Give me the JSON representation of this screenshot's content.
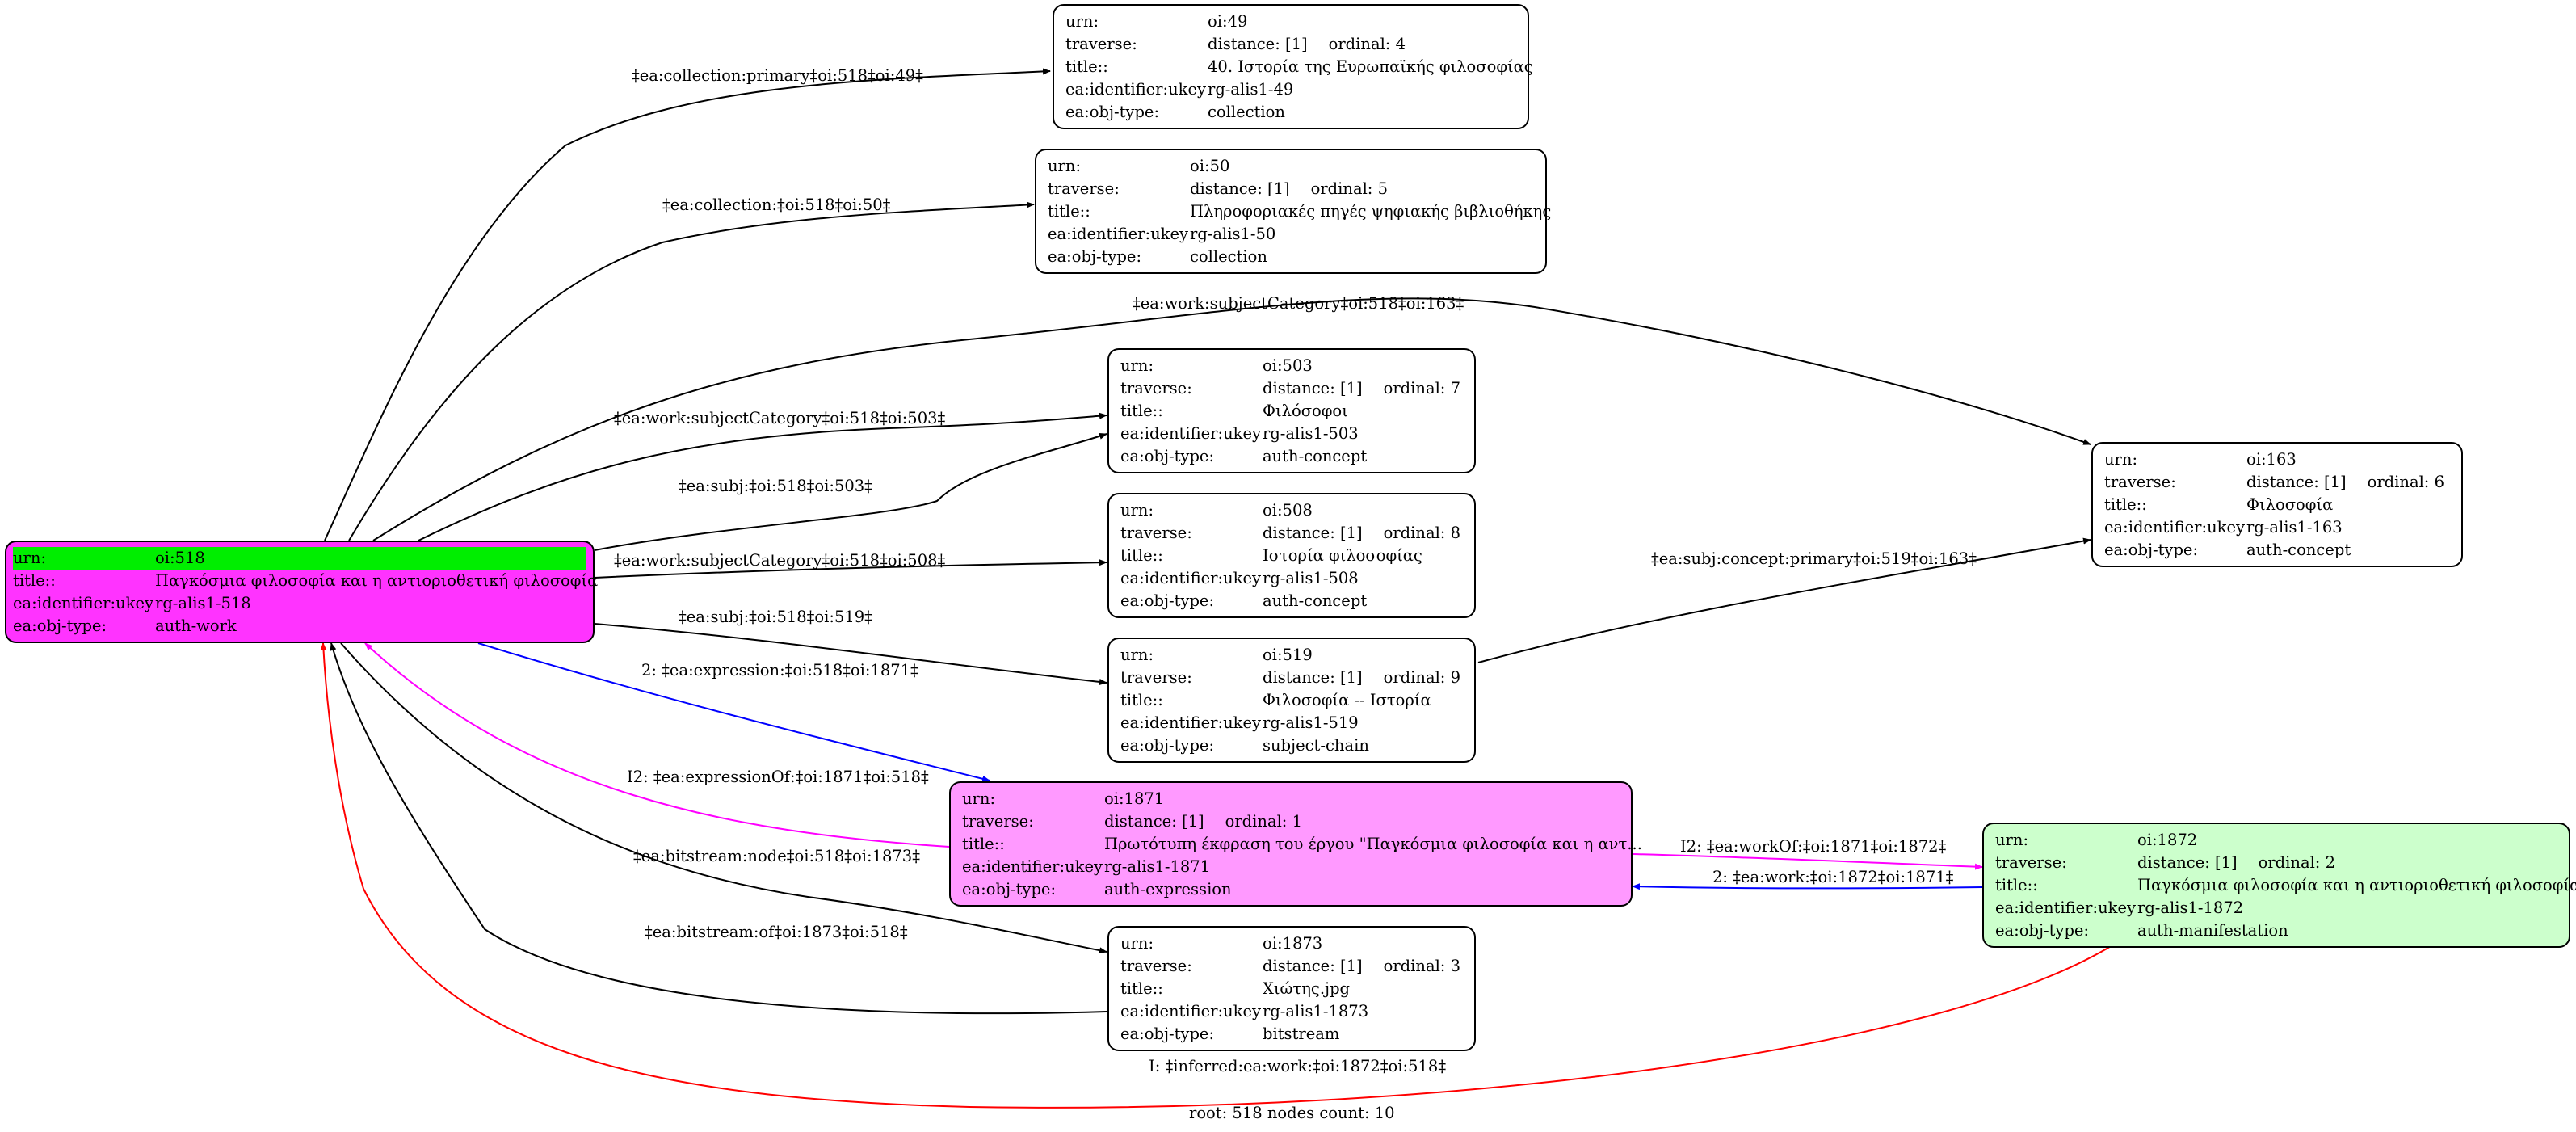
{
  "field_labels": {
    "urn": "urn:",
    "traverse": "traverse:",
    "title": "title::",
    "ukey": "ea:identifier:ukey",
    "objtype": "ea:obj-type:"
  },
  "colors": {
    "root_fill": "#ff33ff",
    "root_urn_highlight": "#00ee00",
    "expression_fill": "#ff99ff",
    "manifestation_fill": "#ccffcc",
    "default_fill": "#ffffff",
    "edge_black": "#000000",
    "edge_blue": "#0000ff",
    "edge_magenta": "#ff00ff",
    "edge_red": "#ff0000"
  },
  "nodes": {
    "n518": {
      "urn": "oi:518",
      "title": "Παγκόσμια φιλοσοφία και η αντιοριοθετική φιλοσοφία",
      "ukey": "rg-alis1-518",
      "objtype": "auth-work"
    },
    "n49": {
      "urn": "oi:49",
      "distance": "distance: [1]",
      "ordinal": "ordinal: 4",
      "title": "40. Ιστορία της Ευρωπαϊκής φιλοσοφίας",
      "ukey": "rg-alis1-49",
      "objtype": "collection"
    },
    "n50": {
      "urn": "oi:50",
      "distance": "distance: [1]",
      "ordinal": "ordinal: 5",
      "title": "Πληροφοριακές πηγές ψηφιακής βιβλιοθήκης",
      "ukey": "rg-alis1-50",
      "objtype": "collection"
    },
    "n503": {
      "urn": "oi:503",
      "distance": "distance: [1]",
      "ordinal": "ordinal: 7",
      "title": "Φιλόσοφοι",
      "ukey": "rg-alis1-503",
      "objtype": "auth-concept"
    },
    "n508": {
      "urn": "oi:508",
      "distance": "distance: [1]",
      "ordinal": "ordinal: 8",
      "title": "Ιστορία φιλοσοφίας",
      "ukey": "rg-alis1-508",
      "objtype": "auth-concept"
    },
    "n519": {
      "urn": "oi:519",
      "distance": "distance: [1]",
      "ordinal": "ordinal: 9",
      "title": "Φιλοσοφία -- Ιστορία",
      "ukey": "rg-alis1-519",
      "objtype": "subject-chain"
    },
    "n163": {
      "urn": "oi:163",
      "distance": "distance: [1]",
      "ordinal": "ordinal: 6",
      "title": "Φιλοσοφία",
      "ukey": "rg-alis1-163",
      "objtype": "auth-concept"
    },
    "n1871": {
      "urn": "oi:1871",
      "distance": "distance: [1]",
      "ordinal": "ordinal: 1",
      "title": "Πρωτότυπη έκφραση του έργου \"Παγκόσμια φιλοσοφία και η αντ...",
      "ukey": "rg-alis1-1871",
      "objtype": "auth-expression"
    },
    "n1872": {
      "urn": "oi:1872",
      "distance": "distance: [1]",
      "ordinal": "ordinal: 2",
      "title": "Παγκόσμια φιλοσοφία και η αντιοριοθετική φιλοσοφία",
      "ukey": "rg-alis1-1872",
      "objtype": "auth-manifestation"
    },
    "n1873": {
      "urn": "oi:1873",
      "distance": "distance: [1]",
      "ordinal": "ordinal: 3",
      "title": "Χιώτης.jpg",
      "ukey": "rg-alis1-1873",
      "objtype": "bitstream"
    }
  },
  "edges": {
    "e49": "‡ea:collection:primary‡oi:518‡oi:49‡",
    "e50": "‡ea:collection:‡oi:518‡oi:50‡",
    "e163": "‡ea:work:subjectCategory‡oi:518‡oi:163‡",
    "e503a": "‡ea:work:subjectCategory‡oi:518‡oi:503‡",
    "e503b": "‡ea:subj:‡oi:518‡oi:503‡",
    "e508": "‡ea:work:subjectCategory‡oi:518‡oi:508‡",
    "e519": "‡ea:subj:‡oi:518‡oi:519‡",
    "e519_163": "‡ea:subj:concept:primary‡oi:519‡oi:163‡",
    "e_expr": "2: ‡ea:expression:‡oi:518‡oi:1871‡",
    "e_exprOf": "I2: ‡ea:expressionOf:‡oi:1871‡oi:518‡",
    "e_node": "‡ea:bitstream:node‡oi:518‡oi:1873‡",
    "e_of": "‡ea:bitstream:of‡oi:1873‡oi:518‡",
    "e_workOf": "I2: ‡ea:workOf:‡oi:1871‡oi:1872‡",
    "e_work": "2: ‡ea:work:‡oi:1872‡oi:1871‡",
    "e_inferred": "I: ‡inferred:ea:work:‡oi:1872‡oi:518‡"
  },
  "footer": "root: 518 nodes count: 10"
}
